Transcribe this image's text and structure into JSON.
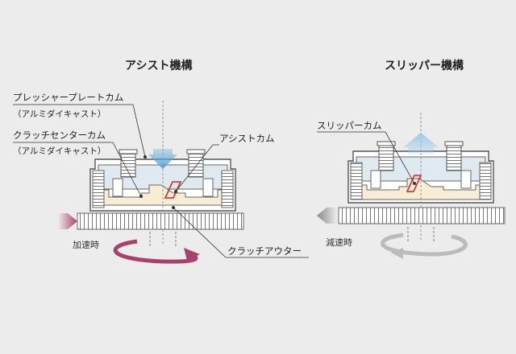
{
  "assist": {
    "title": "アシスト機構",
    "label_pressure_plate_cam": "プレッシャープレートカム",
    "label_pressure_plate_material": "（アルミダイキャスト）",
    "label_clutch_center_cam": "クラッチセンターカム",
    "label_clutch_center_material": "（アルミダイキャスト）",
    "label_assist_cam": "アシストカム",
    "label_clutch_outer": "クラッチアウター",
    "label_accel": "加速時"
  },
  "slipper": {
    "title": "スリッパー機構",
    "label_slipper_cam": "スリッパーカム",
    "label_decel": "減速時"
  },
  "colors": {
    "accent_magenta": "#a8416e",
    "arrow_blue": "#5da6d8",
    "arrow_light_blue": "#9ccbe8",
    "part_cream": "#f7edd5",
    "glass_blue": "#dfeaf0",
    "gray_arrow": "#888888"
  }
}
